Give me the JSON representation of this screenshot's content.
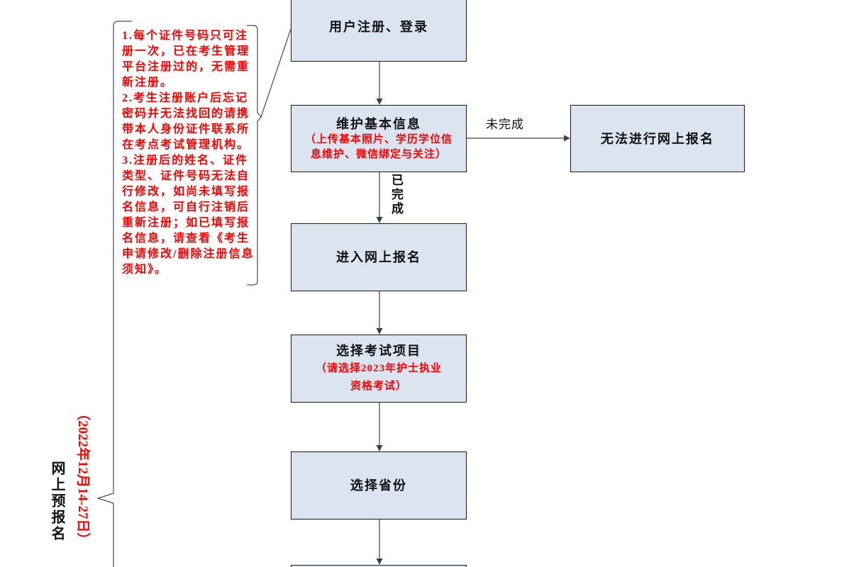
{
  "flowchart": {
    "register": {
      "title": "用户注册、登录"
    },
    "maintain_info": {
      "title": "维护基本信息",
      "note": [
        "（上传基本照片、学历学位信",
        "息维护、微信绑定与关注）"
      ]
    },
    "cannot_apply": {
      "title": "无法进行网上报名"
    },
    "enter_apply": {
      "title": "进入网上报名"
    },
    "select_exam": {
      "title": "选择考试项目",
      "note": [
        "（请选择2023年护士执业",
        "资格考试）"
      ]
    },
    "select_province": {
      "title": "选择省份"
    },
    "edge_labels": {
      "incomplete": "未完成",
      "completed": "已完成"
    }
  },
  "registration_notes": {
    "lines": [
      "1.每个证件号码只可注",
      "册一次，已在考生管理",
      "平台注册过的，无需重",
      "新注册。",
      "2.考生注册账户后忘记",
      "密码并无法找回的请携",
      "带本人身份证件联系所",
      "在考点考试管理机构。",
      "3.注册后的姓名、证件",
      "类型、证件号码无法自",
      "行修改，如尚未填写报",
      "名信息，可自行注销后",
      "重新注册；如已填写报",
      "名信息，请查看《考生",
      "申请修改/删除注册信息",
      "须知》。"
    ]
  },
  "phase": {
    "name": "网上预报名",
    "dates": "（2022年12月14-27日）"
  },
  "colors": {
    "box_fill": "#dbe5f1",
    "box_border": "#1a1a1a",
    "note_red": "#ff0000",
    "connector": "#404040",
    "text": "#111111"
  }
}
